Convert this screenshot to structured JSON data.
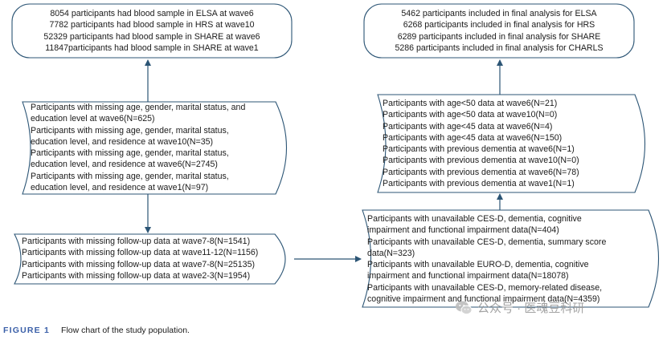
{
  "nodes": {
    "top_left": [
      "8054 participants had blood sample in ELSA at wave6",
      "7782 participants had blood sample in HRS at wave10",
      "52329 participants had blood sample in SHARE at wave6",
      "11847participants had blood sample in SHARE at wave1"
    ],
    "top_right": [
      "5462  participants included in final analysis for ELSA",
      "6268  participants included in final analysis for HRS",
      "6289  participants included in final analysis for SHARE",
      "5286  participants included in final analysis for CHARLS"
    ],
    "exclusion_left_1": [
      "Participants with missing age, gender, marital status, and",
      "education level at wave6(N=625)",
      "Participants with missing age, gender, marital status,",
      "education level, and residence at wave10(N=35)",
      "Participants with missing age, gender, marital status,",
      "education level, and residence at wave6(N=2745)",
      "Participants with missing age, gender, marital status,",
      "education level, and residence at wave1(N=97)"
    ],
    "exclusion_left_2": [
      "Participants with missing follow-up data at wave7-8(N=1541)",
      "Participants with missing follow-up data at wave11-12(N=1156)",
      "Participants with missing follow-up data at wave7-8(N=25135)",
      "Participants with missing follow-up data at wave2-3(N=1954)"
    ],
    "exclusion_right_1": [
      "Participants with age<50 data at wave6(N=21)",
      "Participants with age<50 data at wave10(N=0)",
      "Participants with age<45 data at wave6(N=4)",
      "Participants with age<45 data at wave6(N=150)",
      "Participants with previous dementia at wave6(N=1)",
      "Participants with previous dementia at wave10(N=0)",
      "Participants with previous dementia at wave6(N=78)",
      "Participants with previous dementia at wave1(N=1)"
    ],
    "exclusion_right_2": [
      "Participants with unavailable CES-D, dementia,  cognitive",
      "impairment and functional impairment data(N=404)",
      "Participants with unavailable CES-D, dementia,  summary score",
      "data(N=323)",
      "Participants with unavailable EURO-D, dementia,  cognitive",
      "impairment and functional impairment data(N=18078)",
      "Participants with unavailable CES-D, memory-related disease,",
      "cognitive impairment and functional impairment data(N=4359)"
    ]
  },
  "caption": {
    "figure_label": "FIGURE 1",
    "text": "Flow chart of the study population."
  },
  "watermark": {
    "text": "公众号 · 医魂豆科研",
    "icon": "wechat-icon"
  },
  "colors": {
    "border": "#2c5575",
    "arrow": "#2c5575",
    "text": "#1a1a1a",
    "caption_label": "#3a5fa8",
    "watermark": "#9a9a9a"
  }
}
